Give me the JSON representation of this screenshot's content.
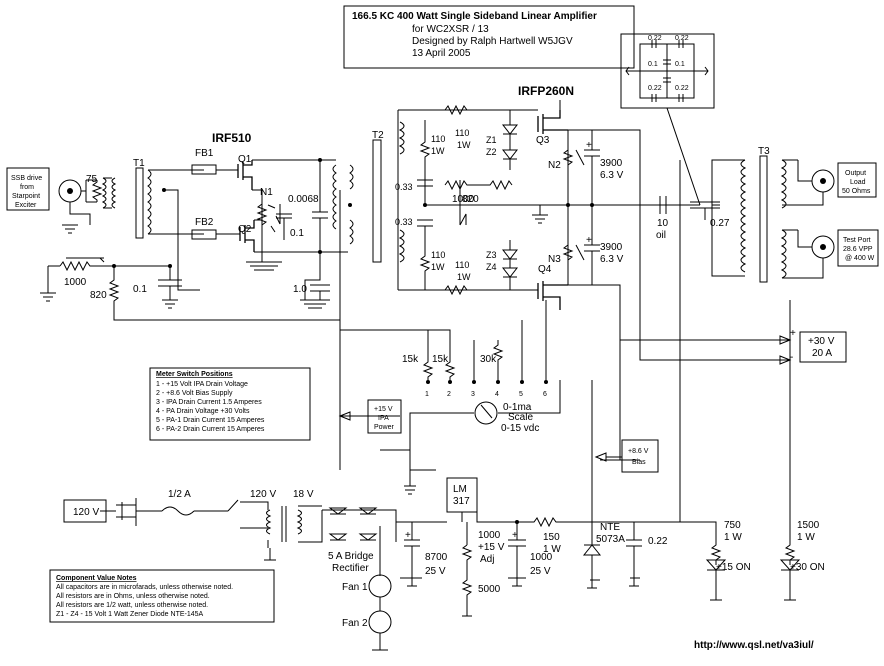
{
  "title": {
    "line1": "166.5 KC 400 Watt Single Sideband Linear Amplifier",
    "line2": "for  WC2XSR / 13",
    "line3": "Designed by Ralph Hartwell  W5JGV",
    "line4": "13 April 2005"
  },
  "transistors": {
    "driver": "IRF510",
    "final": "IRFP260N",
    "q1": "Q1",
    "q2": "Q2",
    "q3": "Q3",
    "q4": "Q4"
  },
  "transformers": {
    "t1": "T1",
    "t2": "T2",
    "t3": "T3"
  },
  "input_block": {
    "line1": "SSB drive",
    "line2": "from",
    "line3": "Starpoint",
    "line4": "Exciter",
    "r75": "75"
  },
  "driver_parts": {
    "fb1": "FB1",
    "fb2": "FB2",
    "n1": "N1",
    "c0068": "0.0068",
    "c01": "0.1",
    "r1000": "1000",
    "r820": "820",
    "c01_left": "0.1",
    "c10": "1.0"
  },
  "final_parts": {
    "r110a": "110",
    "w1a": "1W",
    "r110b": "110",
    "w1b": "1W",
    "r110c": "110",
    "w1c": "1W",
    "r110d": "110",
    "w1d": "1W",
    "z1": "Z1",
    "z2": "Z2",
    "z3": "Z3",
    "z4": "Z4",
    "c033a": "0.33",
    "c033b": "0.33",
    "r1000": "1000",
    "r820": "820",
    "n2": "N2",
    "n3": "N3",
    "c3900a": "3900",
    "v63a": "6.3 V",
    "c3900b": "3900",
    "v63b": "6.3 V",
    "c10": "10",
    "oil": "oil",
    "c027": "0.27"
  },
  "bridge_box": {
    "c1": "0.22",
    "c2": "0.22",
    "c3": "0.1",
    "c4": "0.1",
    "c5": "0.22",
    "c6": "0.22"
  },
  "output": {
    "load1": "Output",
    "load2": "Load",
    "load3": "50 Ohms",
    "test1": "Test Port",
    "test2": "28.6 VPP",
    "test3": "@ 400 W"
  },
  "supply30": {
    "v": "+30 V",
    "a": "20 A",
    "plus": "+",
    "minus": "-"
  },
  "meter": {
    "r15a": "15k",
    "r15b": "15k",
    "r30": "30k",
    "pos": [
      "1",
      "2",
      "3",
      "4",
      "5",
      "6"
    ],
    "scale1": "0-1ma",
    "scale2": "Scale",
    "scale3": "0-15 vdc"
  },
  "meter_notes": {
    "title": "Meter Switch Positions",
    "items": [
      "1 - +15 Volt IPA Drain Voltage",
      "2 - +8.6 Volt Bias Supply",
      "3 - IPA Drain Current 1.5 Amperes",
      "4 - PA Drain Voltage +30 Volts",
      "5 - PA-1 Drain Current 15 Amperes",
      "6 - PA-2 Drain Current 15 Amperes"
    ]
  },
  "ipa_box": {
    "l1": "+15 V",
    "l2": "IPA",
    "l3": "Power"
  },
  "bias_box": {
    "l1": "+8.6 V",
    "l2": "Bias"
  },
  "psu": {
    "mains": "120 V",
    "fuse": "1/2 A",
    "v120": "120 V",
    "v18": "18 V",
    "bridge1": "5 A Bridge",
    "bridge2": "Rectifier",
    "c8700": "8700",
    "v25a": "25 V",
    "lm1": "LM",
    "lm2": "317",
    "r1000": "1000",
    "adj1": "+15 V",
    "adj2": "Adj",
    "c1000": "1000",
    "v25b": "25 V",
    "r5000": "5000",
    "r150": "150",
    "w150": "1 W",
    "nte1": "NTE",
    "nte2": "5073A",
    "c022": "0.22",
    "r750": "750",
    "w750": "1 W",
    "r1500": "1500",
    "w1500": "1 W",
    "led15": "+15 ON",
    "led30": "+30 ON",
    "fan1": "Fan 1",
    "fan2": "Fan 2"
  },
  "component_notes": {
    "title": "Component Value Notes",
    "items": [
      "All capacitors are in microfarads, unless otherwise noted.",
      "All resistors are in Ohms, unless otherwise noted.",
      "All resistors are 1/2 watt, unless otherwise noted.",
      "Z1 - Z4 - 15 Volt 1 Watt Zener Diode NTE-145A"
    ]
  },
  "url": "http://www.qsl.net/va3iul/"
}
